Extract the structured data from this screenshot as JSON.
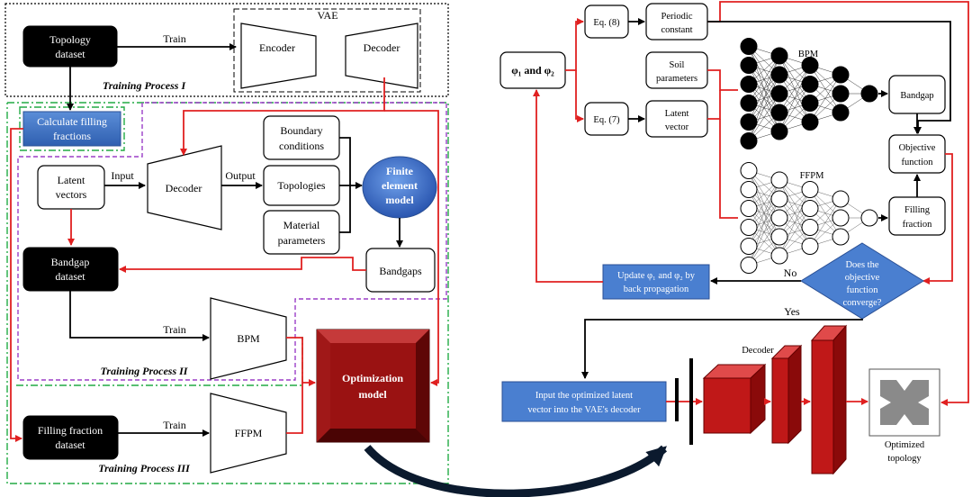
{
  "left": {
    "vae": "VAE",
    "topology_dataset": [
      "Topology",
      "dataset"
    ],
    "train": "Train",
    "encoder": "Encoder",
    "decoder": "Decoder",
    "tp1": "Training Process I",
    "calc": [
      "Calculate filling",
      "fractions"
    ],
    "latent": [
      "Latent",
      "vectors"
    ],
    "input": "Input",
    "output": "Output",
    "boundary": [
      "Boundary",
      "conditions"
    ],
    "topologies": "Topologies",
    "material": [
      "Material",
      "parameters"
    ],
    "fem": [
      "Finite",
      "element",
      "model"
    ],
    "bandgaps": "Bandgaps",
    "bandgap_dataset": [
      "Bandgap",
      "dataset"
    ],
    "bpm": "BPM",
    "tp2": "Training Process II",
    "opt": [
      "Optimization",
      "model"
    ],
    "filling_dataset": [
      "Filling fraction",
      "dataset"
    ],
    "ffpm": "FFPM",
    "tp3": "Training Process III"
  },
  "right": {
    "phi": "φ₁ and φ₂",
    "eq8": "Eq. (8)",
    "eq7": "Eq. (7)",
    "periodic": [
      "Periodic",
      "constant"
    ],
    "soil": [
      "Soil",
      "parameters"
    ],
    "latent": [
      "Latent",
      "vector"
    ],
    "bpm": "BPM",
    "ffpm": "FFPM",
    "bandgap": "Bandgap",
    "objective": [
      "Objective",
      "function"
    ],
    "filling": [
      "Filling",
      "fraction"
    ],
    "update": [
      "Update φ₁ and φ₂ by",
      "back propagation"
    ],
    "no": "No",
    "yes": "Yes",
    "converge": [
      "Does the",
      "objective",
      "function",
      "converge?"
    ],
    "input_opt": [
      "Input the optimized latent",
      "vector into the VAE's decoder"
    ],
    "decoder": "Decoder",
    "optimized": [
      "Optimized",
      "topology"
    ]
  }
}
